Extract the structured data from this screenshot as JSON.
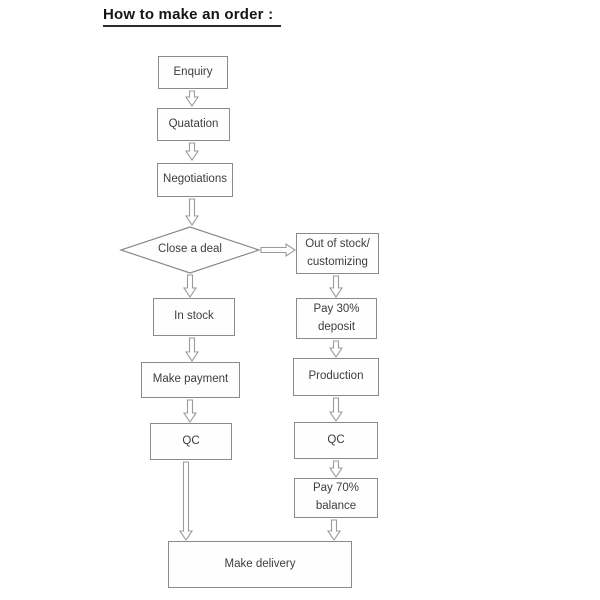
{
  "title": "How to make an order :",
  "flowchart": {
    "nodes": {
      "enquiry": "Enquiry",
      "quotation": "Quatation",
      "negotiations": "Negotiations",
      "close_deal": "Close a deal",
      "in_stock": "In stock",
      "make_payment": "Make payment",
      "qc_left": "QC",
      "out_of_stock": "Out of stock/\ncustomizing",
      "pay_deposit": "Pay 30%\ndeposit",
      "production": "Production",
      "qc_right": "QC",
      "pay_balance": "Pay 70%\nbalance",
      "make_delivery": "Make delivery"
    },
    "edges": [
      {
        "from": "Enquiry",
        "to": "Quatation"
      },
      {
        "from": "Quatation",
        "to": "Negotiations"
      },
      {
        "from": "Negotiations",
        "to": "Close a deal"
      },
      {
        "from": "Close a deal",
        "to": "In stock"
      },
      {
        "from": "Close a deal",
        "to": "Out of stock/customizing"
      },
      {
        "from": "In stock",
        "to": "Make payment"
      },
      {
        "from": "Make payment",
        "to": "QC"
      },
      {
        "from": "QC (left)",
        "to": "Make delivery"
      },
      {
        "from": "Out of stock/customizing",
        "to": "Pay 30% deposit"
      },
      {
        "from": "Pay 30% deposit",
        "to": "Production"
      },
      {
        "from": "Production",
        "to": "QC"
      },
      {
        "from": "QC (right)",
        "to": "Pay 70% balance"
      },
      {
        "from": "Pay 70% balance",
        "to": "Make delivery"
      }
    ],
    "colors": {
      "box_border": "#8a8a8a",
      "arrow_stroke": "#9b9b9b",
      "text": "#3d3d3d",
      "title_text": "#151515",
      "background": "#ffffff"
    }
  }
}
